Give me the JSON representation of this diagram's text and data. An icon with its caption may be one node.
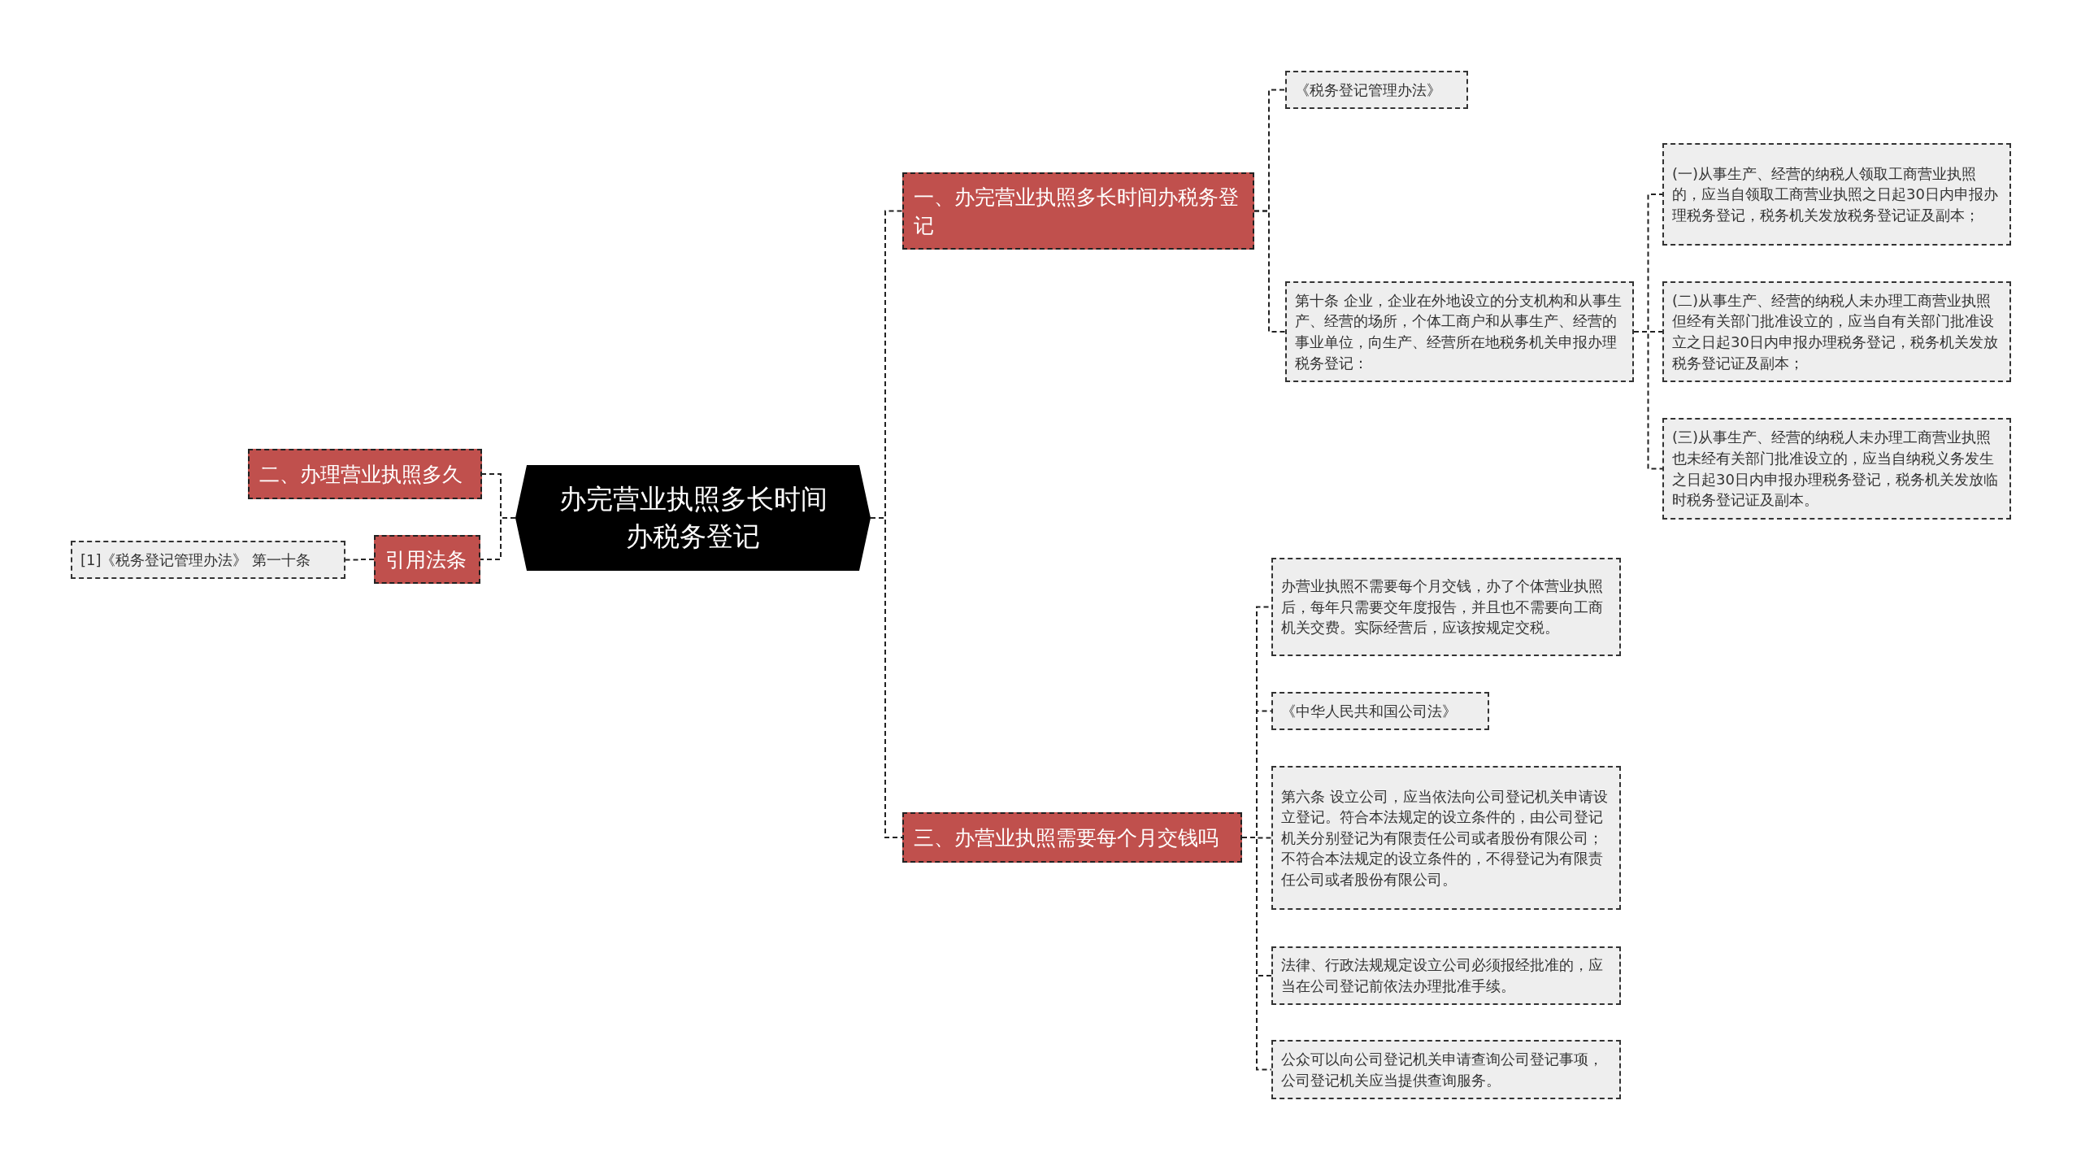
{
  "diagram": {
    "nodes": [
      {
        "text": [
          "办完营业执照多长时间办税务登记"
        ]
      },
      {
        "text": [
          "一、办完营业执照多长时间办税务登记"
        ]
      },
      {
        "text": [
          "《税务登记管理办法》"
        ]
      },
      {
        "text": [
          "第十条 企业，企业在外地设立的分支机构和从事生产、经营的场所，个体工商户和从事生产、经营的事业单位，向生产、经营所在地税务机关申报办理税务登记："
        ]
      },
      {
        "text": [
          "(一)从事生产、经营的纳税人领取工商营业执照的，应当自领取工商营业执照之日起30日内申报办理税务登记，税务机关发放税务登记证及副本；"
        ]
      },
      {
        "text": [
          "(二)从事生产、经营的纳税人未办理工商营业执照但经有关部门批准设立的，应当自有关部门批准设立之日起30日内申报办理税务登记，税务机关发放税务登记证及副本；"
        ]
      },
      {
        "text": [
          "(三)从事生产、经营的纳税人未办理工商营业执照也未经有关部门批准设立的，应当自纳税义务发生之日起30日内申报办理税务登记，税务机关发放临时税务登记证及副本。"
        ]
      },
      {
        "text": [
          "二、办理营业执照多久"
        ]
      },
      {
        "text": [
          "引用法条"
        ]
      },
      {
        "text": [
          "[1]《税务登记管理办法》 第一十条"
        ]
      },
      {
        "text": [
          "三、办营业执照需要每个月交钱吗"
        ]
      },
      {
        "text": [
          "办营业执照不需要每个月交钱，办了个体营业执照后，每年只需要交年度报告，并且也不需要向工商机关交费。实际经营后，应该按规定交税。"
        ]
      },
      {
        "text": [
          "《中华人民共和国公司法》"
        ]
      },
      {
        "text": [
          "第六条 设立公司，应当依法向公司登记机关申请设立登记。符合本法规定的设立条件的，由公司登记机关分别登记为有限责任公司或者股份有限公司；不符合本法规定的设立条件的，不得登记为有限责任公司或者股份有限公司。"
        ]
      },
      {
        "text": [
          "法律、行政法规规定设立公司必须报经批准的，应当在公司登记前依法办理批准手续。"
        ]
      },
      {
        "text": [
          "公众可以向公司登记机关申请查询公司登记事项，公司登记机关应当提供查询服务。"
        ]
      }
    ],
    "edges": [
      {
        "from": 0,
        "to": 1,
        "arrow": "none"
      },
      {
        "from": 1,
        "to": 2,
        "arrow": "none"
      },
      {
        "from": 1,
        "to": 3,
        "arrow": "none"
      },
      {
        "from": 3,
        "to": 4,
        "arrow": "none"
      },
      {
        "from": 3,
        "to": 5,
        "arrow": "none"
      },
      {
        "from": 3,
        "to": 6,
        "arrow": "none"
      },
      {
        "from": 0,
        "to": 7,
        "arrow": "none"
      },
      {
        "from": 0,
        "to": 8,
        "arrow": "none"
      },
      {
        "from": 8,
        "to": 9,
        "arrow": "none"
      },
      {
        "from": 0,
        "to": 10,
        "arrow": "none"
      },
      {
        "from": 10,
        "to": 11,
        "arrow": "none"
      },
      {
        "from": 10,
        "to": 12,
        "arrow": "none"
      },
      {
        "from": 10,
        "to": 13,
        "arrow": "none"
      },
      {
        "from": 10,
        "to": 14,
        "arrow": "none"
      },
      {
        "from": 10,
        "to": 15,
        "arrow": "none"
      }
    ]
  }
}
